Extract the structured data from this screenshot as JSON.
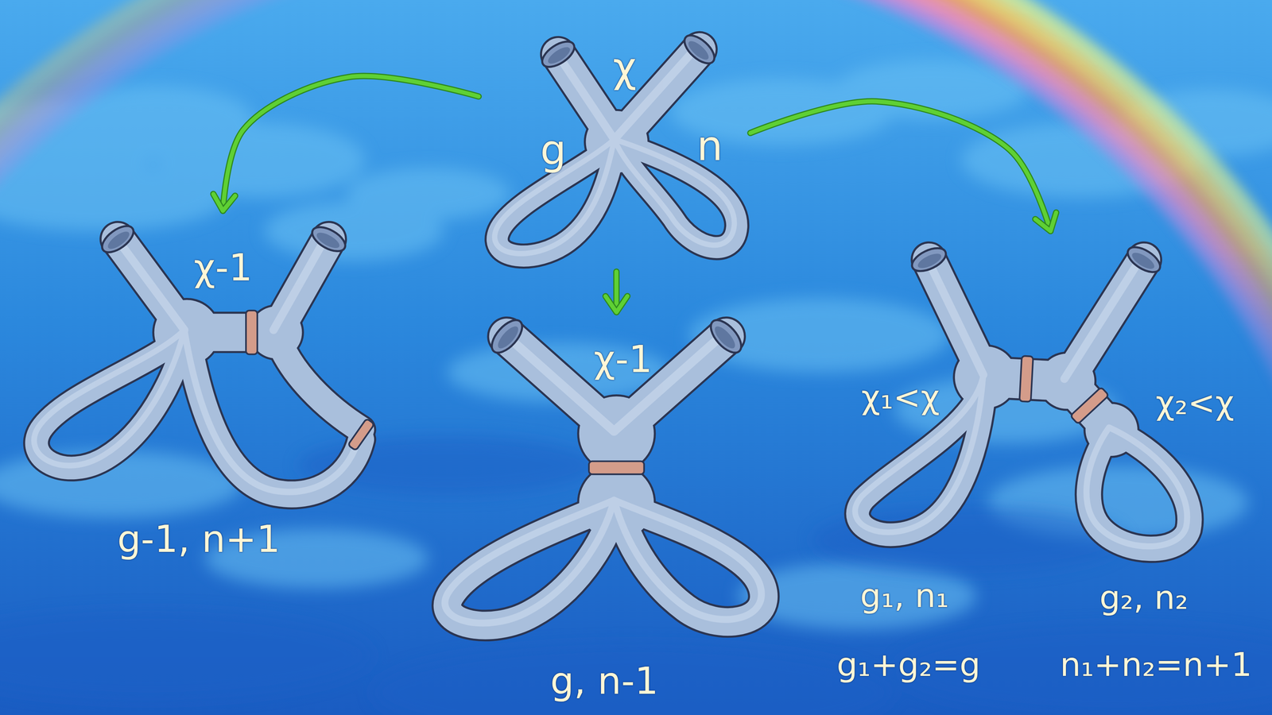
{
  "diagram": {
    "nodes": [
      {
        "text": [
          "χ",
          "g",
          "n"
        ]
      },
      {
        "text": [
          "χ-1",
          "g-1, n+1"
        ]
      },
      {
        "text": [
          "χ-1",
          "g, n-1"
        ]
      },
      {
        "text": [
          "χ₁<χ",
          "χ₂<χ",
          "g₁, n₁",
          "g₂, n₂",
          "g₁+g₂=g",
          "n₁+n₂=n+1"
        ]
      }
    ],
    "edges": [
      {
        "from": 0,
        "to": 1,
        "arrow": "to"
      },
      {
        "from": 0,
        "to": 2,
        "arrow": "to"
      },
      {
        "from": 0,
        "to": 3,
        "arrow": "to"
      }
    ]
  }
}
